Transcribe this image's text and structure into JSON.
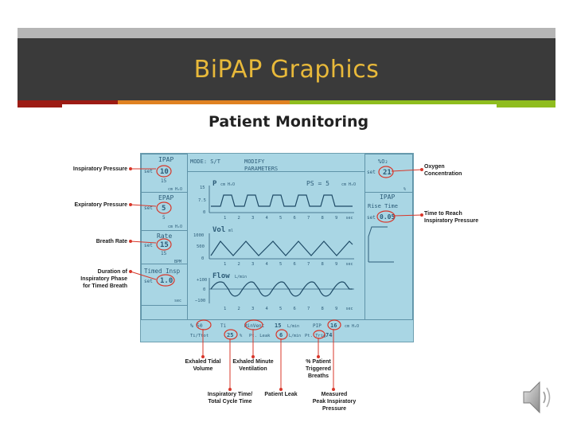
{
  "slide": {
    "title": "BiPAP Graphics",
    "heading": "Patient Monitoring",
    "colors": {
      "title_bar": "#3a3a3a",
      "title_text": "#e8b93a",
      "screen": "#a9d6e4",
      "callout": "#d8372a",
      "bar_red": "#9c1b14",
      "bar_orange": "#e08222",
      "bar_green": "#8fbd1e"
    }
  },
  "screen": {
    "mode": "MODE: S/T",
    "modify_line1": "MODIFY",
    "modify_line2": "PARAMETERS",
    "ipap": {
      "title": "IPAP",
      "set_prefix": "set",
      "value": "10",
      "small_value": "15",
      "unit": "cm H₂O"
    },
    "epap": {
      "title": "EPAP",
      "set_prefix": "set",
      "value": "5",
      "small_value": "5",
      "unit": "cm H₂O"
    },
    "rate": {
      "title": "Rate",
      "set_prefix": "set",
      "value": "15",
      "small_value": "15",
      "unit": "BPM"
    },
    "timed_insp": {
      "title": "Timed Insp",
      "set_prefix": "set",
      "value": "1.0",
      "unit": "sec"
    },
    "o2": {
      "title": "%O₂",
      "set_prefix": "set",
      "value": "21",
      "unit": "%"
    },
    "rise_time": {
      "title_line1": "IPAP",
      "title_line2": "Rise Time",
      "set_prefix": "set",
      "value": "0.05"
    },
    "pressure_graph": {
      "label": "P",
      "unit": "cm H₂O",
      "ps_text": "PS = 5",
      "ps_unit": "cm H₂O",
      "y_ticks": [
        "15",
        "7.5",
        "0"
      ]
    },
    "volume_graph": {
      "label": "Vol",
      "unit": "ml",
      "y_ticks": [
        "1000",
        "500",
        "0"
      ]
    },
    "flow_graph": {
      "label": "Flow",
      "unit": "L/min",
      "y_ticks": [
        "+100",
        "0",
        "−100"
      ]
    },
    "x_ticks": [
      "1",
      "2",
      "3",
      "4",
      "5",
      "6",
      "7",
      "8",
      "9"
    ],
    "x_unit": "sec",
    "bottom_row1": [
      "% 50",
      "Ti",
      "MinVent",
      "15",
      "L/min",
      "PIP",
      "16",
      "cm H₂O"
    ],
    "bottom_row2": [
      "Ti/Ttot",
      "25",
      "%",
      "Pt. Leak",
      "6",
      "L/min",
      "Pt. Trig",
      "74"
    ]
  },
  "callouts": {
    "inspiratory_pressure": "Inspiratory Pressure",
    "expiratory_pressure": "Expiratory Pressure",
    "breath_rate": "Breath Rate",
    "duration": [
      "Duration of",
      "Inspiratory Phase",
      "for Timed Breath"
    ],
    "oxygen": [
      "Oxygen",
      "Concentration"
    ],
    "rise_time": [
      "Time to Reach",
      "Inspiratory Pressure"
    ],
    "exhaled_tidal": [
      "Exhaled Tidal",
      "Volume"
    ],
    "exhaled_minute": [
      "Exhaled Minute",
      "Ventilation"
    ],
    "patient_triggered": [
      "% Patient",
      "Triggered",
      "Breaths"
    ],
    "ti_ttot": [
      "Inspiratory Time/",
      "Total Cycle Time"
    ],
    "patient_leak": "Patient Leak",
    "measured_pip": [
      "Measured",
      "Peak Inspiratory",
      "Pressure"
    ]
  },
  "icons": {
    "speaker": "speaker-icon"
  }
}
